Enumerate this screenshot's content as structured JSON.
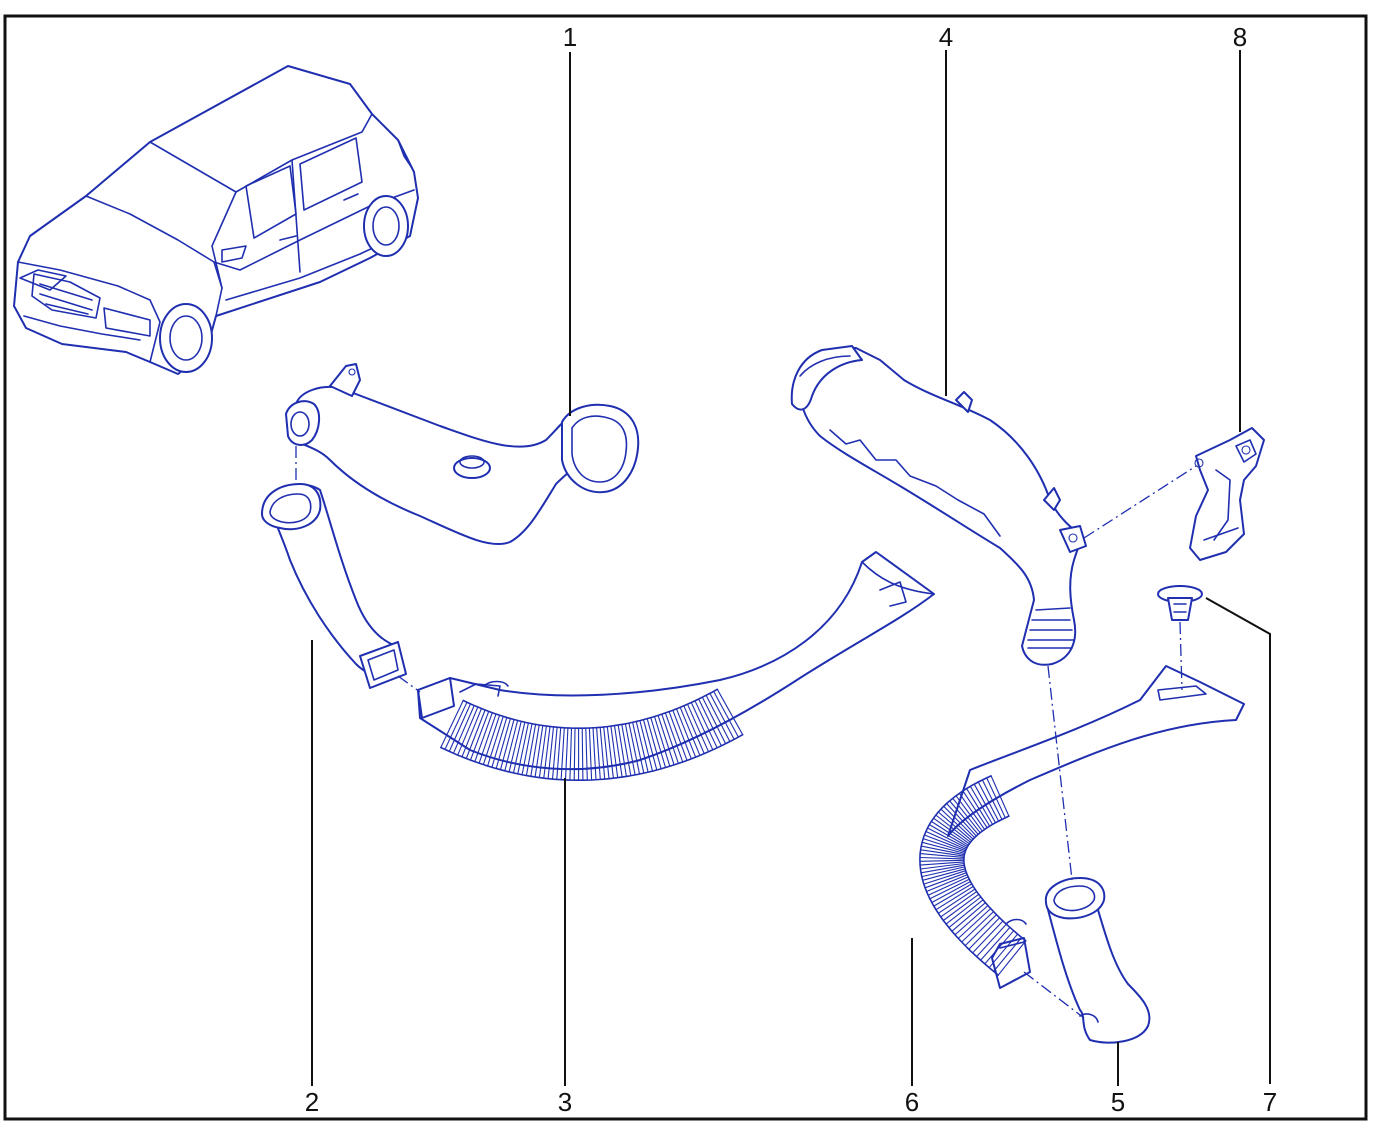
{
  "diagram": {
    "description_colors": {
      "line": "#1f2fb0",
      "frame": "#111111",
      "background": "#ffffff"
    },
    "callouts": [
      {
        "id": "1",
        "label": "1"
      },
      {
        "id": "2",
        "label": "2"
      },
      {
        "id": "3",
        "label": "3"
      },
      {
        "id": "4",
        "label": "4"
      },
      {
        "id": "5",
        "label": "5"
      },
      {
        "id": "6",
        "label": "6"
      },
      {
        "id": "7",
        "label": "7"
      },
      {
        "id": "8",
        "label": "8"
      }
    ],
    "icons": [
      "car-icon",
      "air-duct-icon",
      "bellows-duct-icon",
      "clip-icon",
      "bracket-icon"
    ]
  }
}
